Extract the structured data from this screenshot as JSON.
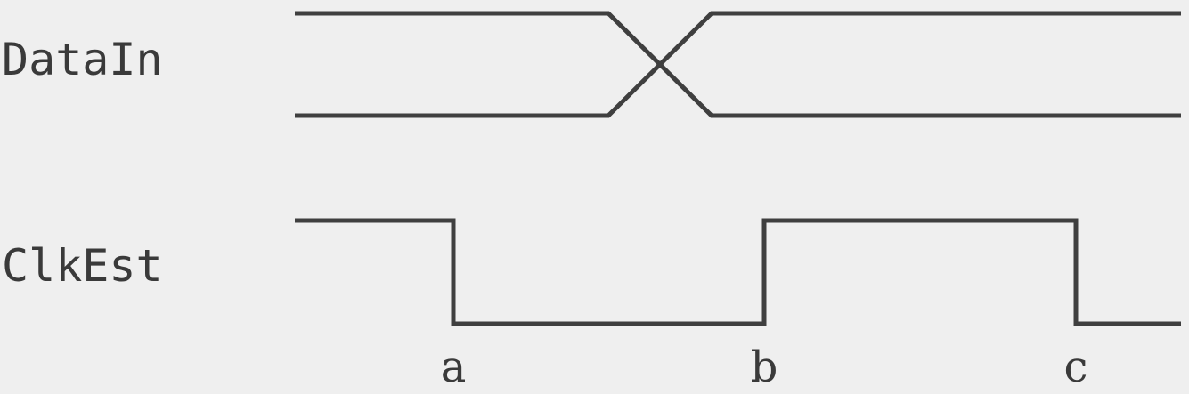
{
  "signals": {
    "data_in": {
      "label": "DataIn"
    },
    "clk_est": {
      "label": "ClkEst"
    }
  },
  "edge_markers": [
    "a",
    "b",
    "c"
  ],
  "colors": {
    "background": "#efefef",
    "stroke": "#3f3f3f",
    "text": "#3a3a3a"
  }
}
